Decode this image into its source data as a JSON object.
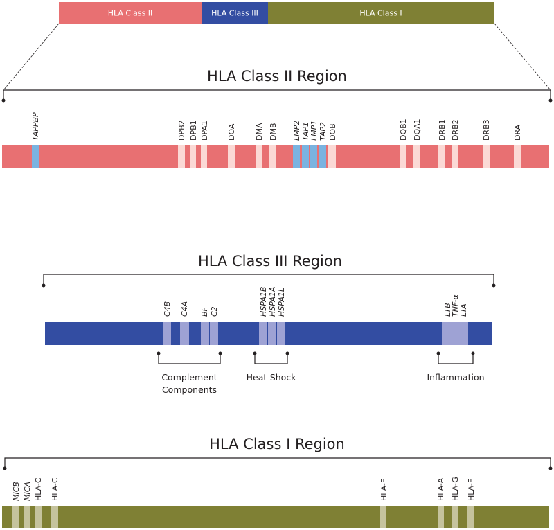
{
  "colors": {
    "class2": "#e87072",
    "class2_band": "#fbd9d5",
    "class2_special": "#7ab3e0",
    "class3": "#334da2",
    "class3_band": "#9ea2d4",
    "class1": "#7f8034",
    "class1_band": "#c5c39d",
    "line": "#231f20"
  },
  "overview": {
    "segments": [
      {
        "label": "HLA  Class II",
        "color_key": "class2"
      },
      {
        "label": "HLA  Class III",
        "color_key": "class3"
      },
      {
        "label": "HLA  Class I",
        "color_key": "class1"
      }
    ]
  },
  "regions": [
    {
      "id": "class2",
      "title": "HLA  Class II Region",
      "genes": [
        {
          "name": "TAPPBP",
          "italic": true,
          "special": true
        },
        {
          "name": "DPB2",
          "italic": false
        },
        {
          "name": "DPB1",
          "italic": false
        },
        {
          "name": "DPA1",
          "italic": false
        },
        {
          "name": "DOA",
          "italic": false
        },
        {
          "name": "DMA",
          "italic": false
        },
        {
          "name": "DMB",
          "italic": false
        },
        {
          "name": "LMP2",
          "italic": true,
          "special": true
        },
        {
          "name": "TAP1",
          "italic": true,
          "special": true
        },
        {
          "name": "LMP1",
          "italic": true,
          "special": true
        },
        {
          "name": "TAP2",
          "italic": true,
          "special": true
        },
        {
          "name": "DOB",
          "italic": false
        },
        {
          "name": "DQB1",
          "italic": false
        },
        {
          "name": "DQA1",
          "italic": false
        },
        {
          "name": "DRB1",
          "italic": false
        },
        {
          "name": "DRB2",
          "italic": false
        },
        {
          "name": "DRB3",
          "italic": false
        },
        {
          "name": "DRA",
          "italic": false
        }
      ]
    },
    {
      "id": "class3",
      "title": "HLA  Class III Region",
      "genes": [
        {
          "name": "C4B",
          "italic": true
        },
        {
          "name": "C4A",
          "italic": true
        },
        {
          "name": "BF",
          "italic": true
        },
        {
          "name": "C2",
          "italic": true
        },
        {
          "name": "HSPA1B",
          "italic": true
        },
        {
          "name": "HSPA1A",
          "italic": true
        },
        {
          "name": "HSPA1L",
          "italic": true
        },
        {
          "name": "LTB",
          "italic": true
        },
        {
          "name": "TNF-α",
          "italic": true
        },
        {
          "name": "LTA",
          "italic": true
        }
      ],
      "groups": [
        {
          "label_lines": [
            "Complement",
            "Components"
          ],
          "genes": [
            "C4B",
            "C4A",
            "BF",
            "C2"
          ]
        },
        {
          "label_lines": [
            "Heat-Shock"
          ],
          "genes": [
            "HSPA1B",
            "HSPA1A",
            "HSPA1L"
          ]
        },
        {
          "label_lines": [
            "Inflammation"
          ],
          "genes": [
            "LTB",
            "TNF-α",
            "LTA"
          ]
        }
      ]
    },
    {
      "id": "class1",
      "title": "HLA  Class I Region",
      "genes": [
        {
          "name": "MICB",
          "italic": true
        },
        {
          "name": "MICA",
          "italic": true
        },
        {
          "name": "HLA-C",
          "italic": false
        },
        {
          "name": "HLA-C",
          "italic": false
        },
        {
          "name": "HLA-E",
          "italic": false
        },
        {
          "name": "HLA-A",
          "italic": false
        },
        {
          "name": "HLA-G",
          "italic": false
        },
        {
          "name": "HLA-F",
          "italic": false
        }
      ]
    }
  ]
}
